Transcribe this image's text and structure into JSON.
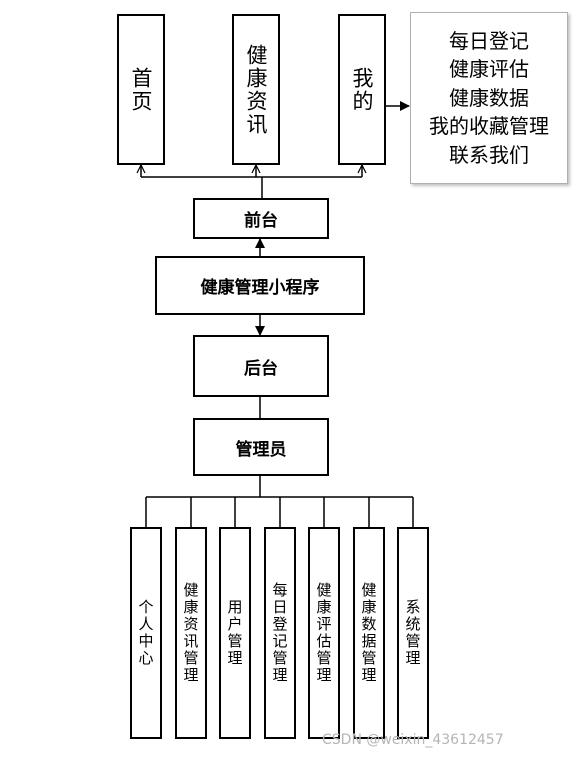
{
  "frontend": {
    "top_modules": [
      "首页",
      "健康资讯",
      "我的"
    ],
    "my_menu": [
      "每日登记",
      "健康评估",
      "健康数据",
      "我的收藏管理",
      "联系我们"
    ],
    "label": "前台"
  },
  "app": {
    "label": "健康管理小程序"
  },
  "backend": {
    "label": "后台"
  },
  "admin": {
    "label": "管理员",
    "modules": [
      "个人中心",
      "健康资讯管理",
      "用户管理",
      "每日登记管理",
      "健康评估管理",
      "健康数据管理",
      "系统管理"
    ]
  },
  "watermark": "CSDN @weixin_43612457"
}
